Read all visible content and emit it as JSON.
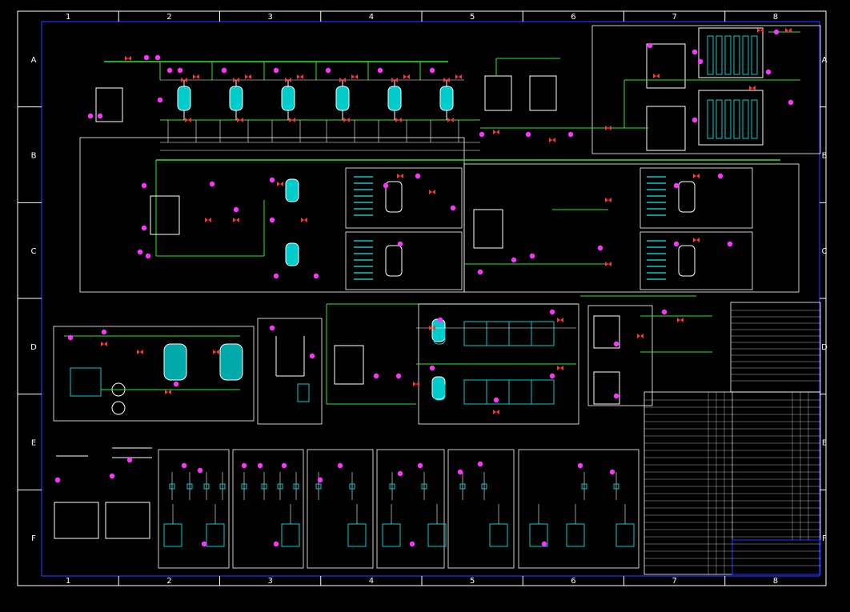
{
  "drawing": {
    "grid_columns": [
      "1",
      "2",
      "3",
      "4",
      "5",
      "6",
      "7",
      "8"
    ],
    "grid_rows": [
      "A",
      "B",
      "C",
      "D",
      "E",
      "F"
    ],
    "colors": {
      "background": "#000000",
      "frame": "#ffffff",
      "border": "#2233ff",
      "pipe_main": "#22ee22",
      "equipment": "#ffffff",
      "valve": "#ff3333",
      "instrument": "#ff33ff",
      "vessel_fill": "#00cccc"
    }
  }
}
